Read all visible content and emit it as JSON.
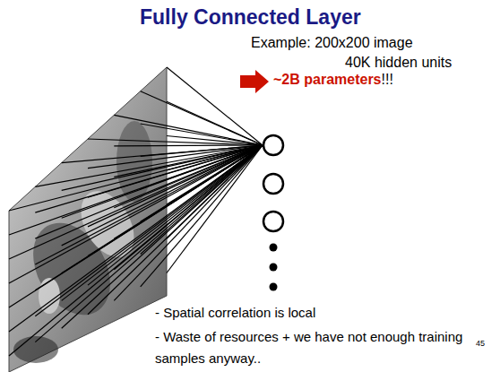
{
  "diagram": {
    "title": "Fully Connected Layer",
    "labels": [
      "Example: 200x200 image",
      "40K hidden units",
      "~2B parameters",
      "!!!",
      "- Spatial correlation is local",
      "- Waste of resources + we have not enough training samples anyway..",
      "45"
    ]
  }
}
